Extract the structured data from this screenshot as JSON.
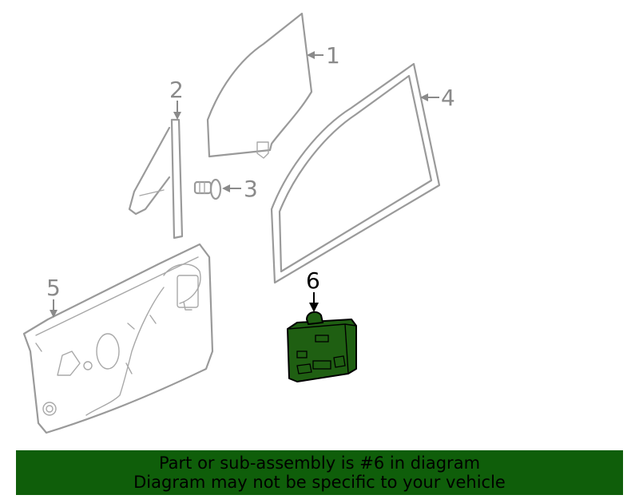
{
  "callouts": {
    "part1": "1",
    "part2": "2",
    "part3": "3",
    "part4": "4",
    "part5": "5",
    "part6": "6"
  },
  "banner": {
    "line1": "Part or sub-assembly is #6 in diagram",
    "line2": "Diagram may not be specific to your vehicle"
  },
  "colors": {
    "highlight_fill": "#1f5f12",
    "banner_bg": "#0f5e0a",
    "line_gray": "#9a9a9a"
  }
}
